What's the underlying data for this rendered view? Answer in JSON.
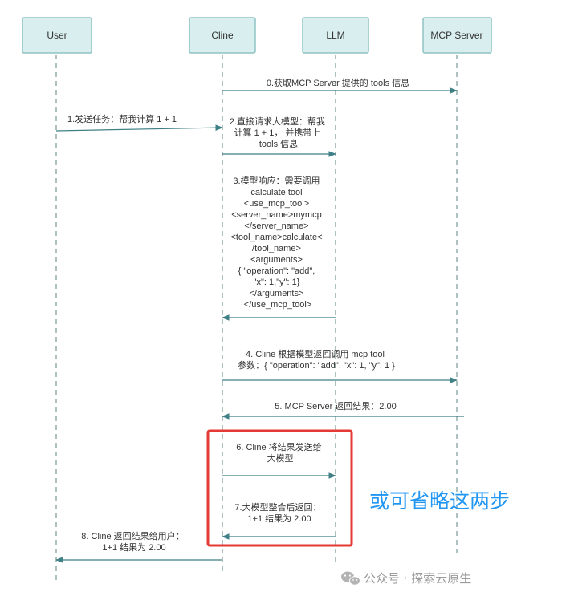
{
  "participants": {
    "user": "User",
    "cline": "Cline",
    "llm": "LLM",
    "mcp": "MCP Server"
  },
  "messages": {
    "m0": [
      "0.获取MCP Server 提供的 tools 信息"
    ],
    "m1": [
      "1.发送任务：帮我计算 1 + 1"
    ],
    "m2": [
      "2.直接请求大模型：帮我",
      "计算 1 + 1， 并携带上",
      "tools 信息"
    ],
    "m3": [
      "3.模型响应：需要调用",
      "calculate tool",
      "<use_mcp_tool>",
      "<server_name>mymcp",
      "</server_name>",
      "<tool_name>calculate<",
      "/tool_name>",
      "<arguments>",
      "{ \"operation\": \"add\",",
      "\"x\": 1,\"y\": 1}",
      "</arguments>",
      "</use_mcp_tool>"
    ],
    "m4": [
      "4. Cline 根据模型返回调用 mcp tool",
      "参数：{ \"operation\": \"add\", \"x\": 1, \"y\": 1 }"
    ],
    "m5": [
      "5. MCP Server 返回结果：2.00"
    ],
    "m6": [
      "6. Cline 将结果发送给",
      "大模型"
    ],
    "m7": [
      "7.大模型整合后返回：",
      "1+1 结果为 2.00"
    ],
    "m8": [
      "8. Cline 返回结果给用户：",
      "1+1 结果为 2.00"
    ]
  },
  "annotation": "或可省略这两步",
  "watermark": {
    "text": "公众号 · 探索云原生",
    "icon": "wechat-icon"
  },
  "colors": {
    "participant_fill": "#d9eeee",
    "participant_stroke": "#8fc3c3",
    "arrow": "#3f7f86",
    "highlight": "#e53935",
    "annotation": "#2196f3"
  }
}
